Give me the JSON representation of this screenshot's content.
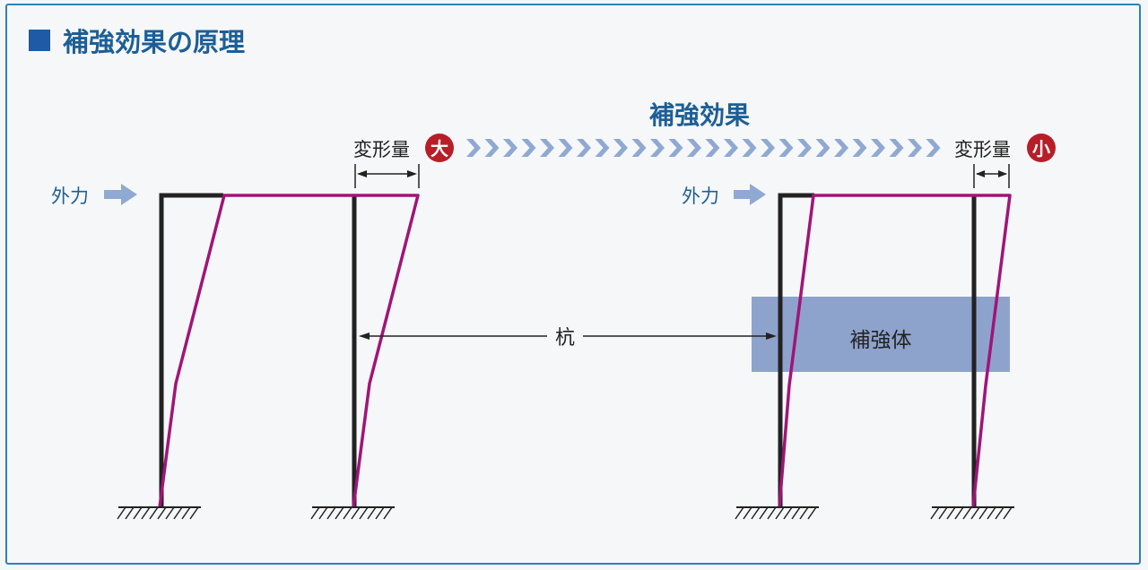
{
  "title": "補強効果の原理",
  "effect_label": "補強効果",
  "left": {
    "force_label": "外力",
    "deformation_label": "変形量",
    "deformation_badge": "大"
  },
  "right": {
    "force_label": "外力",
    "deformation_label": "変形量",
    "deformation_badge": "小",
    "reinforcement_label": "補強体"
  },
  "pile_label": "杭",
  "colors": {
    "accent_blue": "#1c5f96",
    "title_square": "#1f5aa6",
    "frame_border": "#2d83b8",
    "arrow_blue": "#8fa9d2",
    "magenta": "#a01578",
    "badge_red": "#b81e28",
    "reinforcement_fill": "#8ea3cc",
    "structure": "#222222"
  }
}
